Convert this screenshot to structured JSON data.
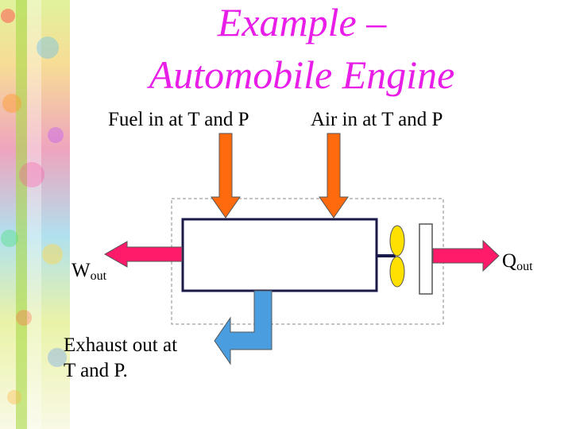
{
  "slide": {
    "title_line1": "Example –",
    "title_line2": "Automobile Engine",
    "title_color": "#e81ee8"
  },
  "labels": {
    "fuel_in": "Fuel in at T and P",
    "air_in": "Air in at T and P",
    "work_symbol": "W",
    "work_subscript": "out",
    "heat_symbol": "Q",
    "heat_subscript": "out",
    "exhaust_line1": "Exhaust out at",
    "exhaust_line2": "T and P."
  },
  "colors": {
    "input_arrow": "#ff6a0f",
    "work_arrow": "#ff1a6a",
    "heat_arrow": "#ff1a6a",
    "exhaust_arrow": "#4a9ee0",
    "fan_blade": "#ffe000",
    "boundary": "#888888"
  }
}
